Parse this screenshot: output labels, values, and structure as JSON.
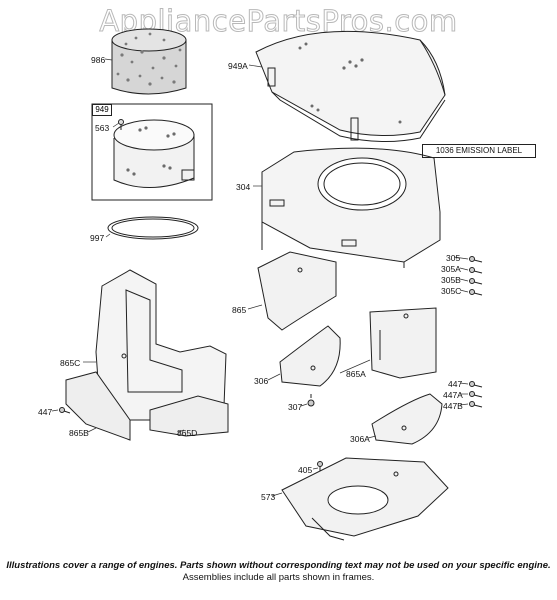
{
  "watermark": "AppliancePartsPros.com",
  "emission_label": "1036 EMISSION LABEL",
  "frame_label": "949",
  "labels": {
    "p986": "986",
    "p949A": "949A",
    "p563": "563",
    "p304": "304",
    "p997": "997",
    "p305": "305",
    "p305A": "305A",
    "p305B": "305B",
    "p305C": "305C",
    "p865": "865",
    "p865C": "865C",
    "p306": "306",
    "p865A": "865A",
    "p447L": "447",
    "p307": "307",
    "p447R": "447",
    "p447A": "447A",
    "p447B": "447B",
    "p865B": "865B",
    "p865D": "865D",
    "p306A": "306A",
    "p405": "405",
    "p573": "573"
  },
  "footer": {
    "line1": "Illustrations cover a range of engines. Parts shown without corresponding text may not be used on your specific engine.",
    "line2": "Assemblies include all parts shown in frames."
  }
}
